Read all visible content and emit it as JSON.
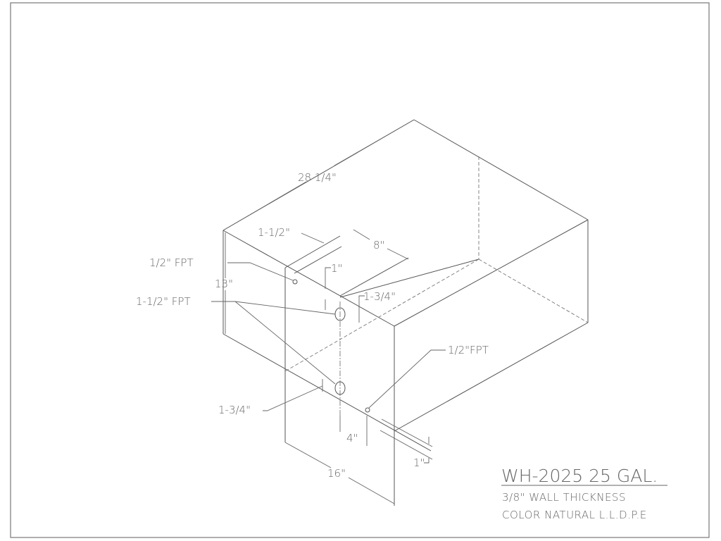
{
  "drawing": {
    "model": "WH-2025 25 GAL.",
    "notes": [
      "3/8\" WALL THICKNESS",
      "COLOR NATURAL L.L.D.P.E"
    ],
    "colors": {
      "line": "#555555",
      "text": "#666666",
      "background": "#ffffff"
    }
  },
  "dimensions": {
    "length": "28 1/4\"",
    "height": "13\"",
    "width": "16\"",
    "step_offset": "1-1/2\"",
    "step_depth": "8\"",
    "top_port_offset": "1\"",
    "upper_port_offset": "1-3/4\"",
    "lower_port_offset": "1-3/4\"",
    "drain_spacing": "4\"",
    "drain_offset": "1\""
  },
  "callouts": {
    "top_fitting": "1/2\" FPT",
    "side_fittings": "1-1/2\" FPT",
    "drain_fitting": "1/2\"FPT"
  }
}
